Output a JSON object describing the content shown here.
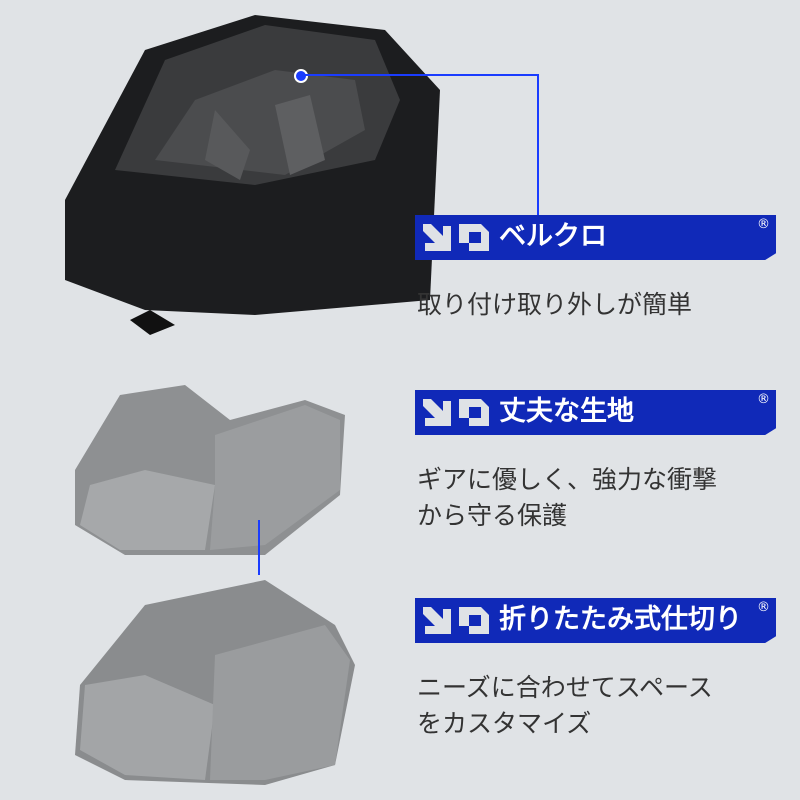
{
  "features": [
    {
      "title": "ベルクロ",
      "mark": "®",
      "description": [
        "取り付け取り外しが簡単"
      ]
    },
    {
      "title": "丈夫な生地",
      "mark": "®",
      "description": [
        "ギアに優しく、強力な衝撃",
        "から守る保護"
      ]
    },
    {
      "title": "折りたたみ式仕切り",
      "mark": "®",
      "description": [
        "ニーズに合わせてスペース",
        "をカスタマイズ"
      ]
    }
  ],
  "colors": {
    "accent": "#1029b8",
    "line": "#1a3cff",
    "background": "#e0e3e6"
  }
}
